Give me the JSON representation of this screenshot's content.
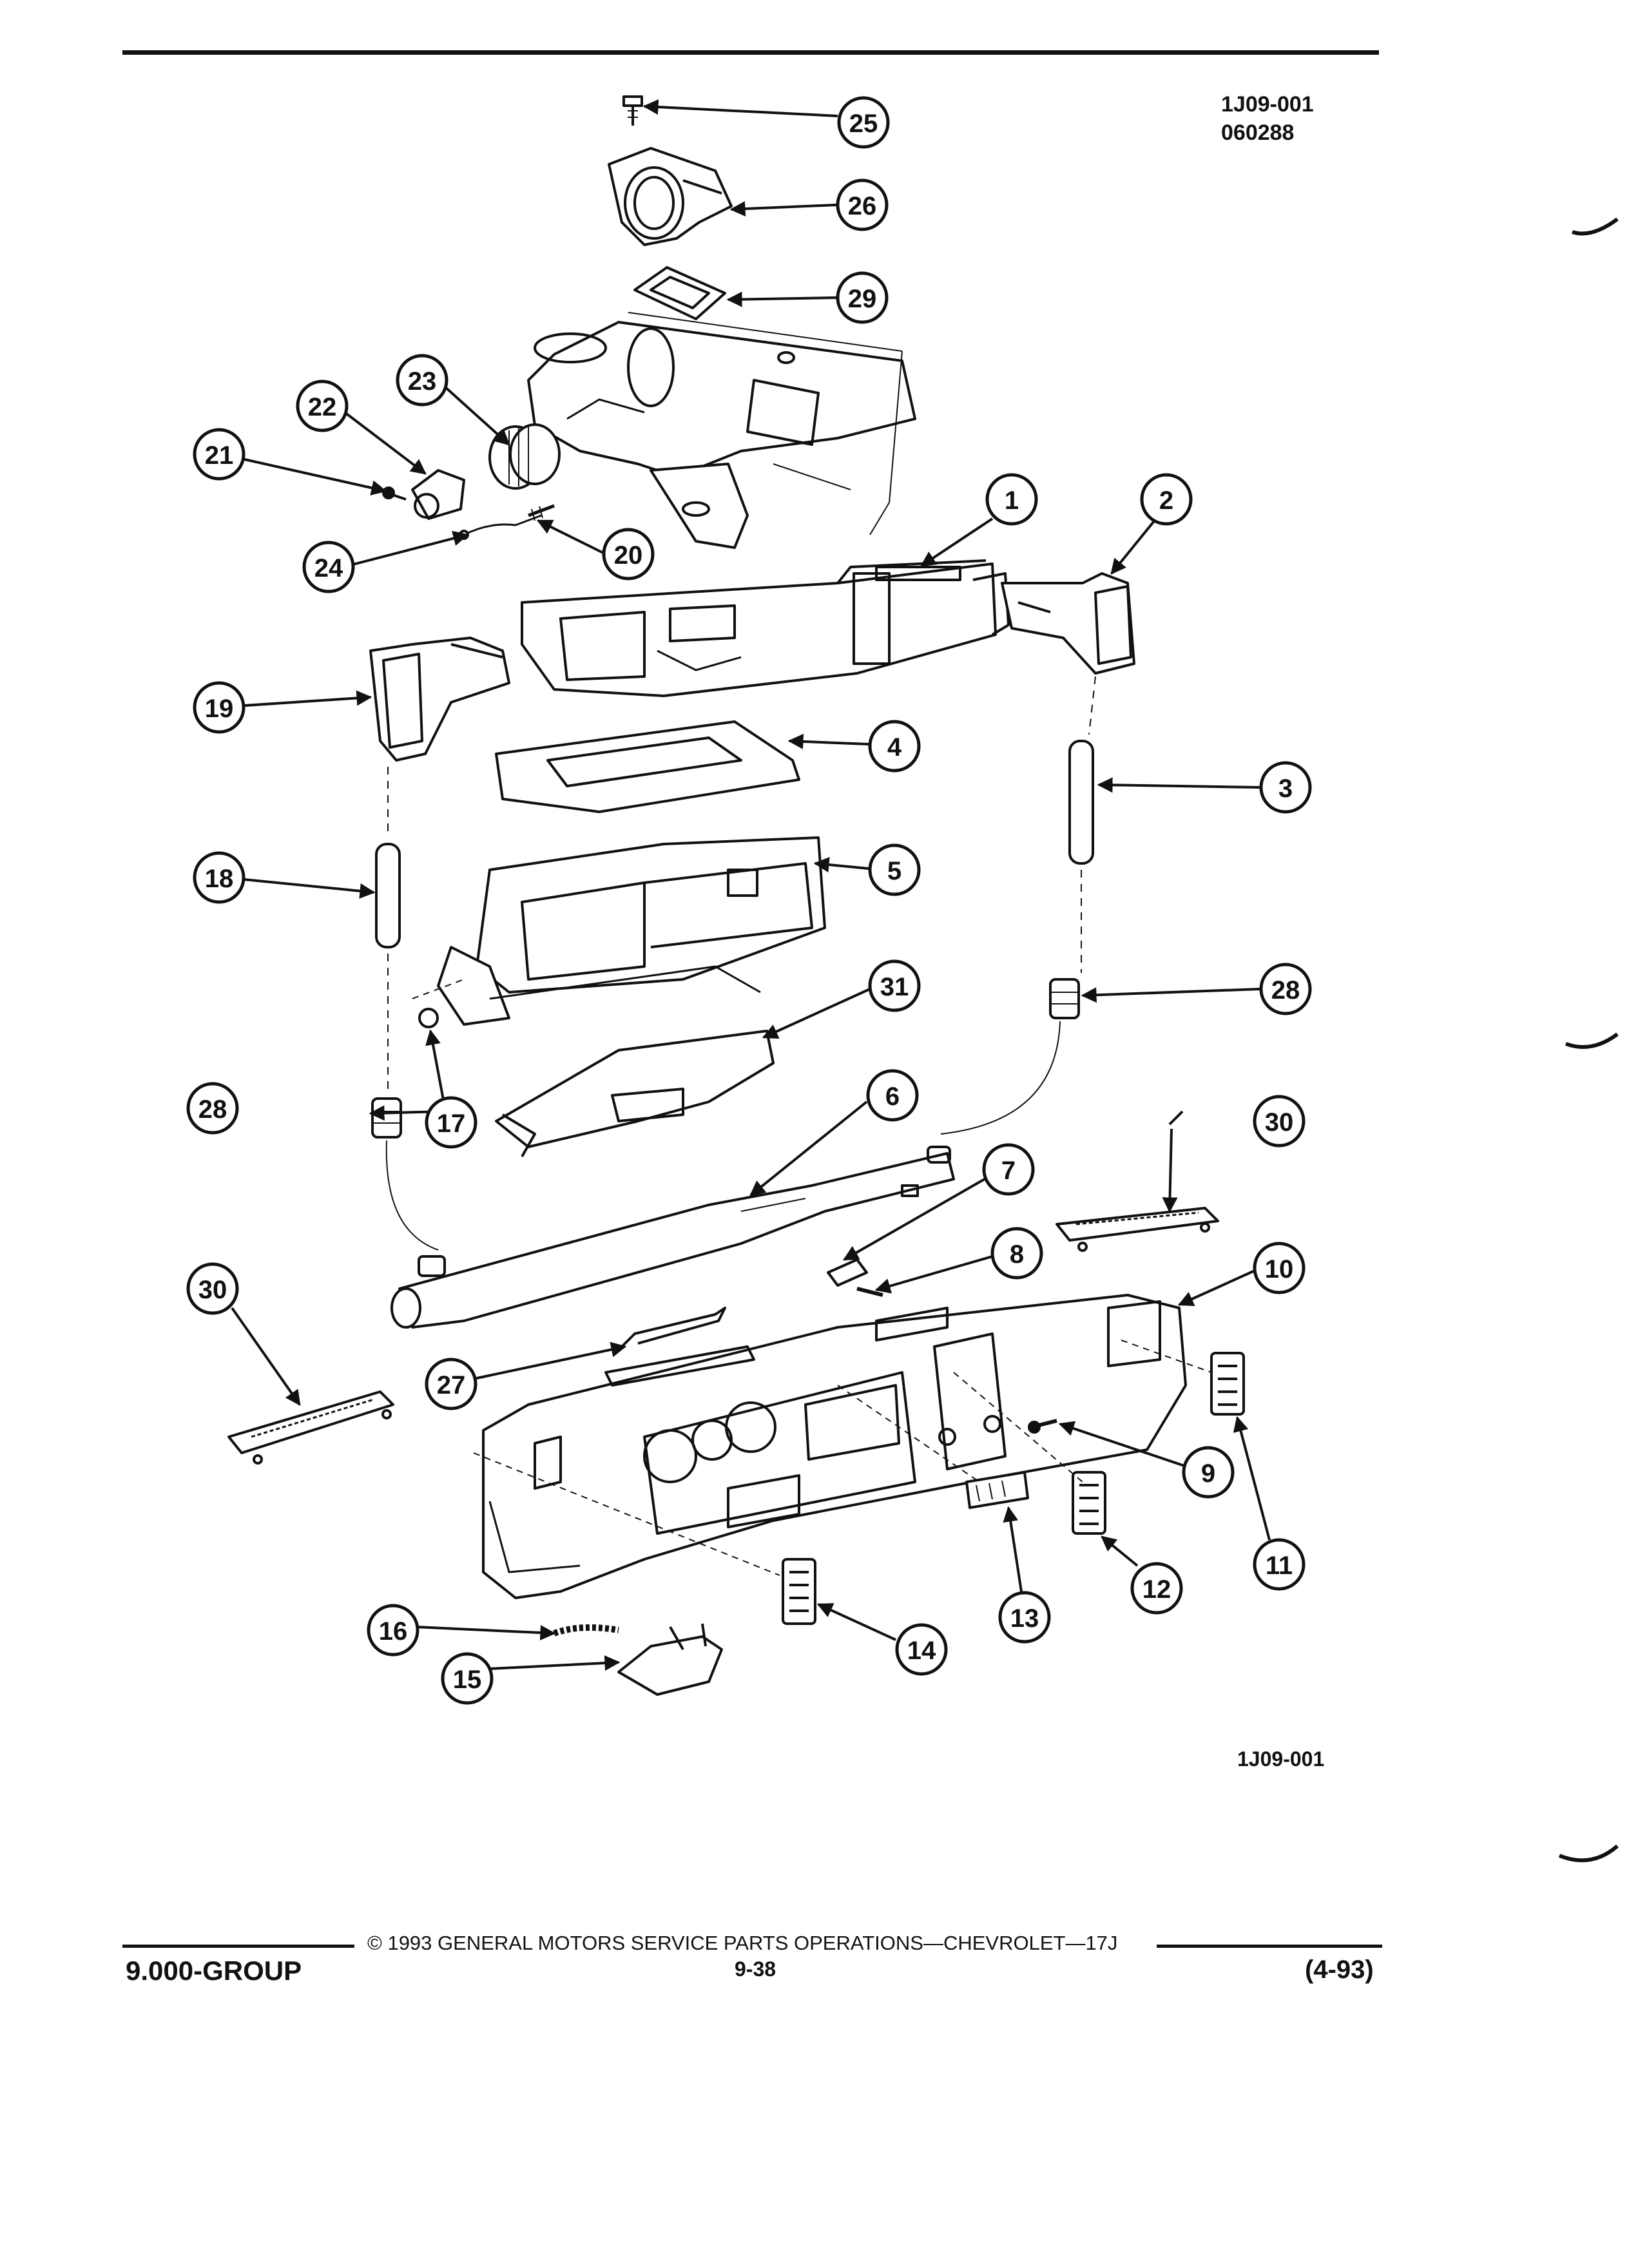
{
  "figure": {
    "ref_code": "1J09-001",
    "ref_number": "060288",
    "bottom_code": "1J09-001"
  },
  "footer": {
    "copyright": "© 1993 GENERAL MOTORS SERVICE PARTS OPERATIONS—CHEVROLET—17J",
    "group": "9.000-GROUP",
    "page": "9-38",
    "revision": "(4-93)"
  },
  "callouts": {
    "c1": "1",
    "c2": "2",
    "c3": "3",
    "c4": "4",
    "c5": "5",
    "c6": "6",
    "c7": "7",
    "c8": "8",
    "c9": "9",
    "c10": "10",
    "c11": "11",
    "c12": "12",
    "c13": "13",
    "c14": "14",
    "c15": "15",
    "c16": "16",
    "c17": "17",
    "c18": "18",
    "c19": "19",
    "c20": "20",
    "c21": "21",
    "c22": "22",
    "c23": "23",
    "c24": "24",
    "c25": "25",
    "c26": "26",
    "c27": "27",
    "c28a": "28",
    "c28b": "28",
    "c29": "29",
    "c30a": "30",
    "c30b": "30",
    "c31": "31"
  }
}
